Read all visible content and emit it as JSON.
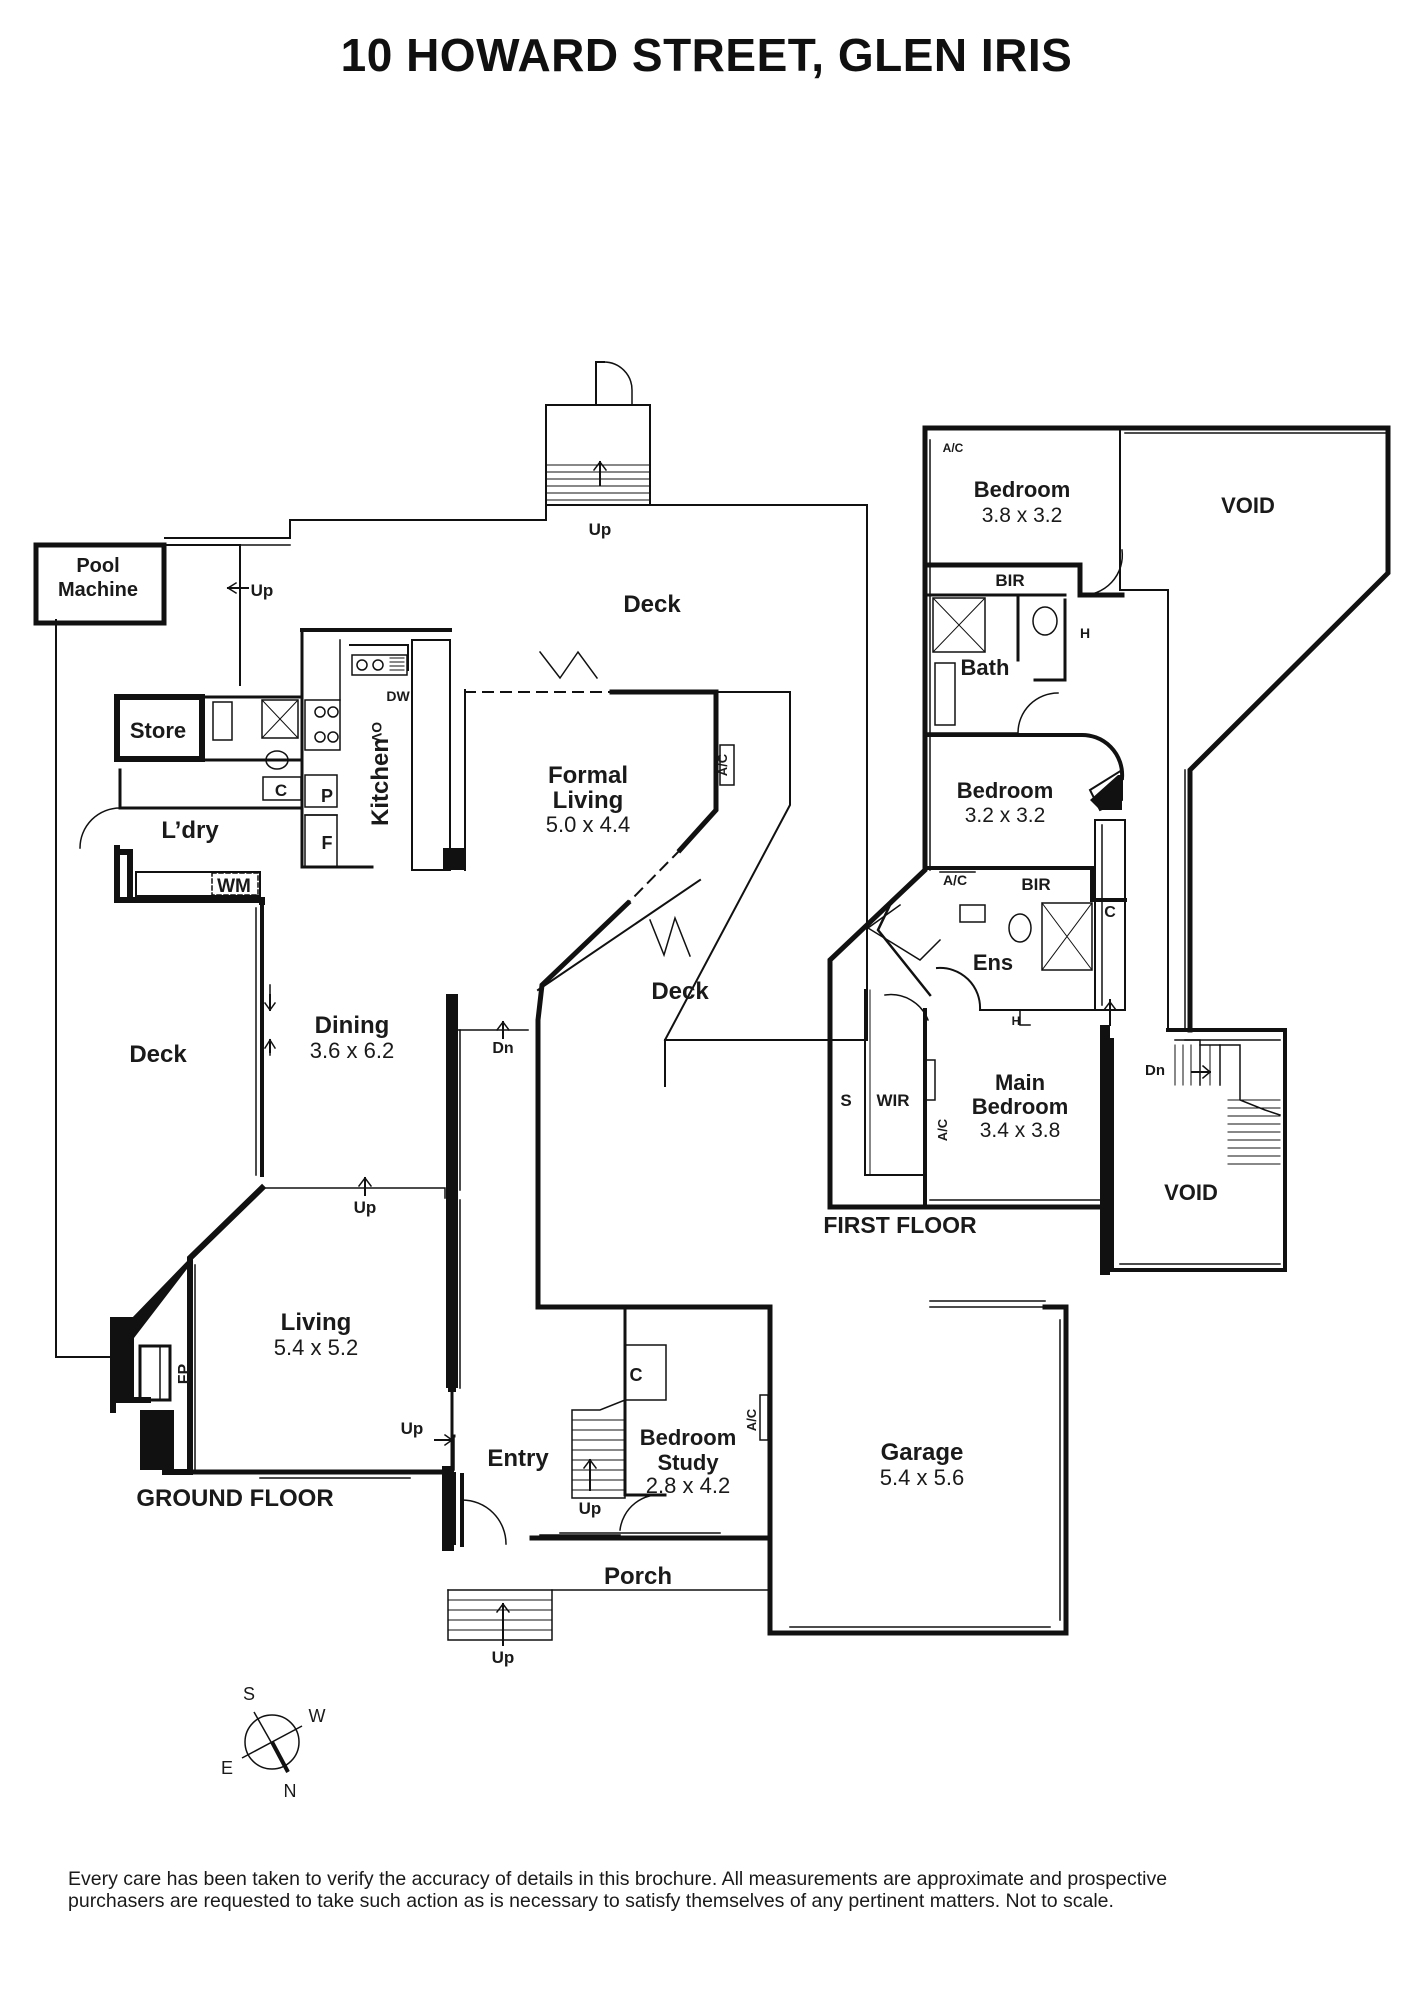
{
  "title": "10 HOWARD STREET, GLEN IRIS",
  "rooms": {
    "pool_machine": {
      "name_line1": "Pool",
      "name_line2": "Machine"
    },
    "store": {
      "name": "Store"
    },
    "laundry": {
      "name": "L’dry"
    },
    "wm": "WM",
    "c_small": "C",
    "pantry": "P",
    "fridge": "F",
    "kitchen": {
      "name": "Kitchen"
    },
    "dw": "DW",
    "ov": "OV",
    "deck_top": {
      "name": "Deck"
    },
    "formal_living": {
      "name_line1": "Formal",
      "name_line2": "Living",
      "dims": "5.0 x 4.4"
    },
    "ac_formal": "A/C",
    "deck_right": {
      "name": "Deck"
    },
    "deck_left": {
      "name": "Deck"
    },
    "dining": {
      "name": "Dining",
      "dims": "3.6 x 6.2"
    },
    "living": {
      "name": "Living",
      "dims": "5.4 x 5.2"
    },
    "fp": "FP",
    "entry": {
      "name": "Entry"
    },
    "bedroom_study": {
      "name_line1": "Bedroom",
      "name_line2": "Study",
      "dims": "2.8 x 4.2"
    },
    "c_study": "C",
    "ac_study": "A/C",
    "garage": {
      "name": "Garage",
      "dims": "5.4 x 5.6"
    },
    "porch": {
      "name": "Porch"
    },
    "bedroom1": {
      "name": "Bedroom",
      "dims": "3.8 x 3.2"
    },
    "ac_bed1": "A/C",
    "void_top": {
      "name": "VOID"
    },
    "bir1": "BIR",
    "bath": {
      "name": "Bath"
    },
    "h_bath": "H",
    "bedroom2": {
      "name": "Bedroom",
      "dims": "3.2 x 3.2"
    },
    "ac_bed2": "A/C",
    "bir2": "BIR",
    "c_first": "C",
    "ens": {
      "name": "Ens"
    },
    "h_ens": "H",
    "wir": "WIR",
    "s": "S",
    "ac_main": "A/C",
    "main_bedroom": {
      "name_line1": "Main",
      "name_line2": "Bedroom",
      "dims": "3.4 x 3.8"
    },
    "void_bottom": {
      "name": "VOID"
    }
  },
  "stairs": {
    "up": "Up",
    "dn": "Dn"
  },
  "floors": {
    "ground": "GROUND FLOOR",
    "first": "FIRST FLOOR"
  },
  "compass": {
    "s": "S",
    "w": "W",
    "e": "E",
    "n": "N"
  },
  "disclaimer": {
    "line1": "Every care has been taken to verify the accuracy of details in this brochure. All measurements are approximate and prospective",
    "line2": "purchasers are requested to take such action as is necessary to satisfy themselves of any pertinent matters. Not to scale."
  }
}
